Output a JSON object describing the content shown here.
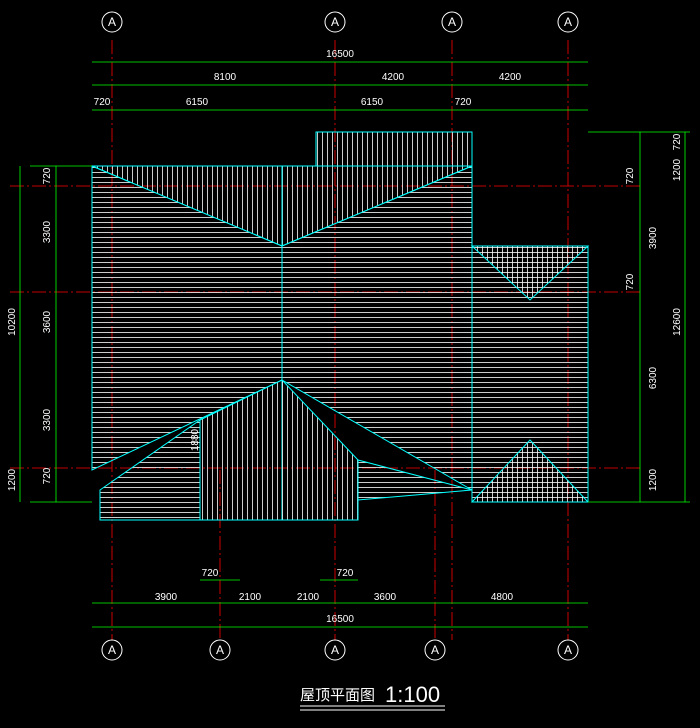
{
  "drawing": {
    "title": "屋顶平面图",
    "scale": "1:100"
  },
  "axis_bubble": "A",
  "dims": {
    "top_total": "16500",
    "top_row1": [
      "8100",
      "4200",
      "4200"
    ],
    "top_row2": [
      "720",
      "6150",
      "6150",
      "720"
    ],
    "bottom_row": [
      "3900",
      "2100",
      "2100",
      "3600",
      "4800"
    ],
    "bottom_small": [
      "720",
      "720"
    ],
    "bottom_total": "16500",
    "left_row": [
      "720",
      "3300",
      "3600",
      "3300",
      "720",
      "1200"
    ],
    "left_total": "10200",
    "right_row1": [
      "720",
      "1200",
      "720",
      "3900",
      "720",
      "6300",
      "1200"
    ],
    "right_total": "12600",
    "ridge_note": "1880"
  },
  "colors": {
    "background": "#000000",
    "roof_outline": "#00ffff",
    "hatch": "#ffffff",
    "dimension": "#00ff00",
    "axis_line": "#ff0000"
  }
}
